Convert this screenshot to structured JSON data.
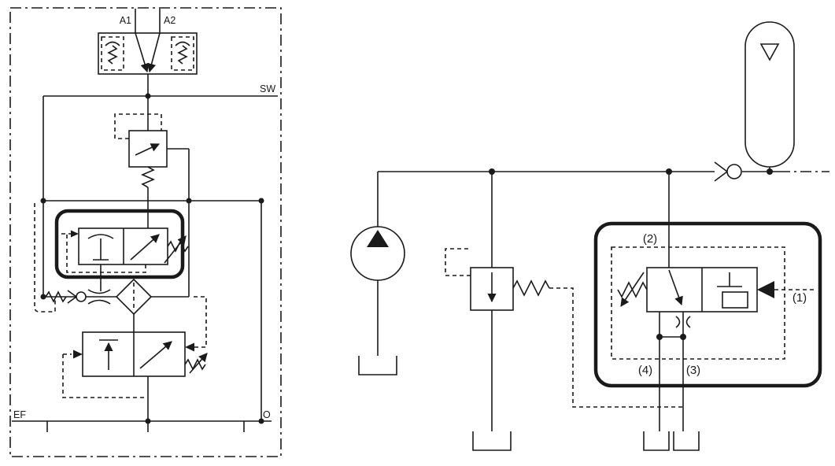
{
  "figure": {
    "background": "#ffffff",
    "line_color": "#1a1a1a",
    "highlight_color": "#e60012"
  },
  "left_diagram": {
    "labels": {
      "a1": "A1",
      "a2": "A2",
      "sw": "SW",
      "ef": "EF",
      "o": "O"
    }
  },
  "right_diagram": {
    "labels": {
      "p1": "(1)",
      "p2": "(2)",
      "p3": "(3)",
      "p4": "(4)"
    }
  }
}
